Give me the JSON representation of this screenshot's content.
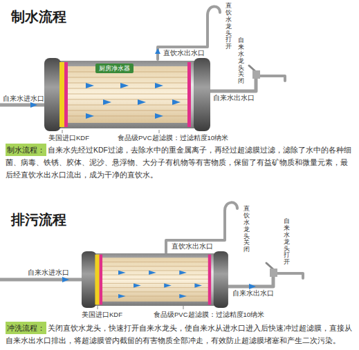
{
  "diagram": {
    "nodes": [
      {
        "text": [
          "厨房净水器"
        ]
      },
      {
        "text": [
          "制水流程："
        ]
      },
      {
        "text": [
          "冲洗流程："
        ]
      }
    ],
    "labels": [
      "制水流程",
      "直饮水龙头打开",
      "直饮水出水口",
      "自来水龙头关闭",
      "自来水进水口",
      "自来水出水口",
      "美国进口KDF",
      "食品级PVC超滤膜：过滤精度10纳米",
      "自来水先经过KDF过滤，去除水中的重金属离子，再经过超滤膜过滤，滤除了水中的各种细菌、病毒、铁锈、胶体、泥沙、悬浮物、大分子有机物等有害物质，保留了有益矿物质和微量元素，最后经直饮水出水口流出，成为干净的直饮水。",
      "排污流程",
      "直饮水龙头关闭",
      "直饮水出水口",
      "自来水龙头打开",
      "自来水进水口",
      "自来水出水口",
      "美国进口KDF",
      "食品级PVC超滤膜：过滤精度10纳米",
      "关闭直饮水龙头，快速打开自来水龙头，使自来水从进水口进入后快速冲过超滤膜，直接从自来水出水口排出，将超滤膜管内截留的有害物质全部冲走，有效防止超滤膜堵塞和产生二次污染。"
    ]
  }
}
